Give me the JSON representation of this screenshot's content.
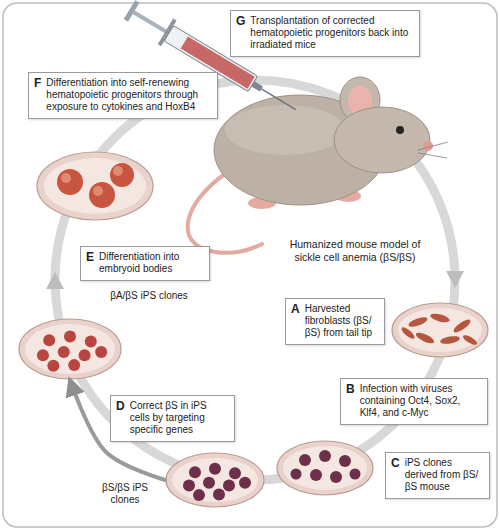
{
  "diagram": {
    "nodes": [
      {
        "text": [
          "G",
          "Transplantation of corrected hematopoietic progenitors back into irradiated mice"
        ]
      },
      {
        "text": [
          "F",
          "Differentiation into self-renewing hematopoietic progenitors through exposure to cytokines and HoxB4"
        ]
      },
      {
        "text": [
          "Humanized mouse model of sickle cell anemia (βS/βS)"
        ]
      },
      {
        "text": [
          "E",
          "Differentiation into embryoid bodies"
        ]
      },
      {
        "text": [
          "βA/βS iPS clones"
        ]
      },
      {
        "text": [
          "A",
          "Harvested fibroblasts (βS/βS) from tail tip"
        ]
      },
      {
        "text": [
          "D",
          "Correct βS in iPS cells by targeting specific genes"
        ]
      },
      {
        "text": [
          "B",
          "Infection with viruses containing Oct4, Sox2, Klf4, and c-Myc"
        ]
      },
      {
        "text": [
          "C",
          "iPS clones derived from βS/βS mouse"
        ]
      },
      {
        "text": [
          "βS/βS iPS clones"
        ]
      }
    ],
    "edges": [
      {
        "from": 9,
        "to": 4,
        "arrow": "to"
      }
    ]
  }
}
